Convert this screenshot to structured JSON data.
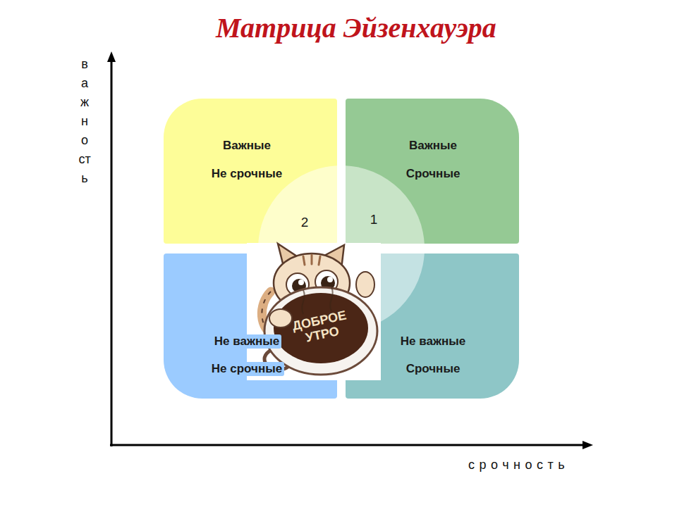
{
  "diagram": {
    "title": "Матрица Эйзенхауэра",
    "nodes": [
      {
        "text": [
          "Важные",
          "Не срочные",
          "2"
        ]
      },
      {
        "text": [
          "Важные",
          "Срочные",
          "1"
        ]
      },
      {
        "text": [
          "Не важные",
          "Не срочные"
        ]
      },
      {
        "text": [
          "Не важные",
          "Срочные"
        ]
      }
    ],
    "labels": [
      "важность",
      "срочность",
      "ДОБРОЕ УТРО"
    ]
  }
}
